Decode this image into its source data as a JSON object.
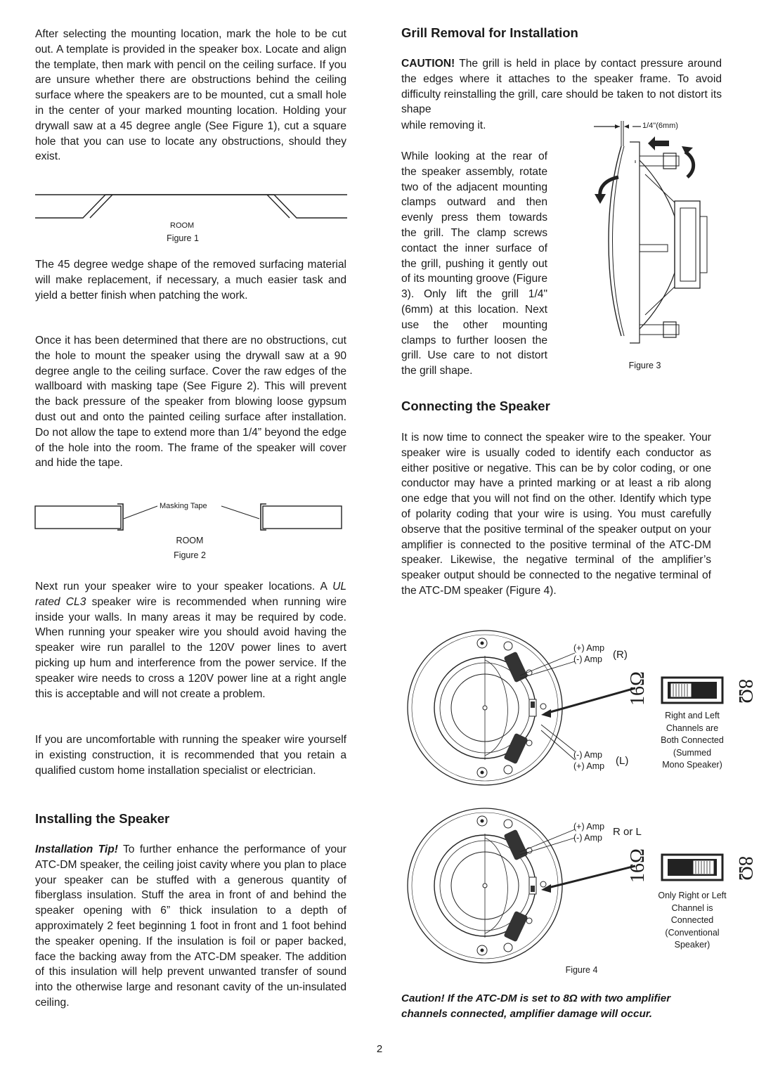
{
  "left": {
    "intro_paragraph": "After selecting the mounting location, mark the hole to be cut out. A template is provided in the speaker box. Locate and align the template, then mark with pencil on the ceiling surface. If you are unsure whether there are obstructions behind the ceiling surface where the speakers are to be mounted, cut a small hole in the center of your marked mounting location. Holding your drywall saw at a 45 degree angle (See Figure 1), cut a square hole that you can use to locate any obstructions, should they exist.",
    "figure1": {
      "room_label": "ROOM",
      "caption": "Figure 1"
    },
    "wedge_paragraph": "The 45 degree wedge shape of the removed surfacing material will make replacement, if necessary, a much easier task and yield a better finish when patching the work.",
    "cut_paragraph": "Once it has been determined that there are no obstructions, cut the hole to mount the speaker using the drywall saw at a 90 degree angle to the ceiling surface. Cover the raw edges of the wallboard with masking tape (See Figure 2). This will prevent the back pressure of the speaker from blowing loose gypsum dust out and onto the painted ceiling surface after installation. Do not allow the tape to extend more than 1/4” beyond the edge of the hole into the room. The frame of the speaker will cover and hide the tape.",
    "figure2": {
      "tape_label": "Masking Tape",
      "room_label": "ROOM",
      "caption": "Figure 2"
    },
    "wire_paragraph_a": "Next run your speaker wire to your speaker locations. A ",
    "wire_paragraph_em": "UL rated CL3",
    "wire_paragraph_b": " speaker wire is recommended when running wire inside your walls. In many areas it may be required by code. When running your speaker wire you should avoid having the speaker wire run parallel to the 120V power lines to avert picking up hum and interference from the power service. If the speaker wire needs to cross a 120V power line at a right angle this is acceptable and will not create a problem.",
    "uncomfortable_paragraph": "If you are uncomfortable with running the speaker wire yourself in existing construction, it is recommended that you retain a qualified custom home installation specialist or electrician.",
    "installing_heading": "Installing the Speaker",
    "tip_label": "Installation Tip!",
    "tip_text": " To further enhance the performance of your ATC-DM speaker, the ceiling joist cavity where you plan to place your speaker can be stuffed with a generous quantity of fiberglass insulation. Stuff the area in front of and behind the speaker opening with 6” thick insulation to a depth of approximately 2 feet beginning 1 foot in front and 1 foot behind the speaker opening. If the insulation is foil or paper backed, face the backing away from the ATC-DM speaker. The addition of this insulation will help prevent unwanted transfer of sound into the otherwise large and resonant cavity of the un-insulated ceiling."
  },
  "right": {
    "grill_heading": "Grill Removal for Installation",
    "caution_label": "CAUTION!",
    "caution_text": " The grill is held in place by contact pressure around the edges where it attaches to the speaker frame. To avoid difficulty reinstalling the grill, care should be taken to not distort its shape",
    "caution_tail": "while removing it.",
    "rotate_paragraph": "While looking at the rear of the speaker assembly, rotate two of the adjacent mounting clamps outward and then evenly press them towards the grill. The clamp screws contact the inner surface of the grill, pushing it gently out of its mounting groove (Figure 3). Only lift the grill 1/4\" (6mm) at this location. Next use the other mounting clamps to further loosen the grill. Use care to not distort the grill shape.",
    "figure3": {
      "dimension": "1/4\"(6mm)",
      "caption": "Figure 3"
    },
    "connecting_heading": "Connecting the Speaker",
    "connecting_paragraph": "It is now time to connect the speaker wire to the speaker. Your speaker wire is usually coded to identify each conductor as either positive or negative. This can be by color coding, or one conductor may have a printed marking or at least a rib along one edge that you will not find on the other. Identify which type of polarity coding that your wire is using. You must carefully observe that the positive terminal of the speaker output on your amplifier is connected to the positive terminal of the ATC-DM speaker. Likewise, the negative terminal of the amplifier’s speaker output should be connected to the negative terminal of the ATC-DM speaker (Figure 4).",
    "figure4": {
      "top": {
        "plus_amp": "(+) Amp",
        "minus_amp": "(-) Amp",
        "channel": "(R)",
        "minus_amp_l": "(-) Amp",
        "plus_amp_l": "(+) Amp",
        "channel_l": "(L)",
        "ohm_16": "16Ω",
        "ohm_8": "8Ω",
        "note": [
          "Right and Left",
          "Channels are",
          "Both Connected",
          "(Summed",
          "Mono Speaker)"
        ]
      },
      "bottom": {
        "plus_amp": "(+) Amp",
        "minus_amp": "(-) Amp",
        "channel": "R or L",
        "ohm_16": "16Ω",
        "ohm_8": "8Ω",
        "note": [
          "Only Right or Left",
          "Channel is",
          "Connected",
          "(Conventional",
          "Speaker)"
        ]
      },
      "caption": "Figure 4"
    },
    "final_caution": "Caution! If the ATC-DM is set to 8Ω with two amplifier channels connected, amplifier damage will occur."
  },
  "page_number": "2"
}
